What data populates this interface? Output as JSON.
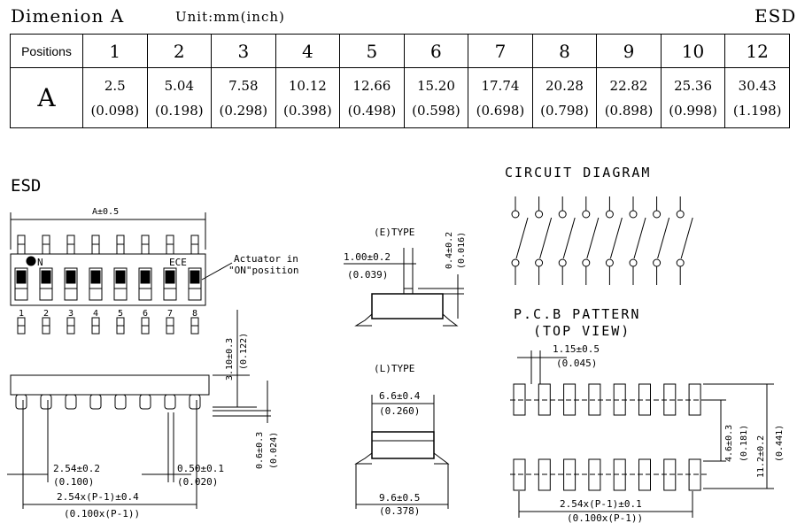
{
  "header": {
    "title": "Dimenion A",
    "unit": "Unit:mm(inch)",
    "brand": "ESD"
  },
  "table": {
    "row_label": "Positions",
    "dim_label": "A",
    "columns": [
      {
        "pos": "1",
        "mm": "2.5",
        "inch": "(0.098)"
      },
      {
        "pos": "2",
        "mm": "5.04",
        "inch": "(0.198)"
      },
      {
        "pos": "3",
        "mm": "7.58",
        "inch": "(0.298)"
      },
      {
        "pos": "4",
        "mm": "10.12",
        "inch": "(0.398)"
      },
      {
        "pos": "5",
        "mm": "12.66",
        "inch": "(0.498)"
      },
      {
        "pos": "6",
        "mm": "15.20",
        "inch": "(0.598)"
      },
      {
        "pos": "7",
        "mm": "17.74",
        "inch": "(0.698)"
      },
      {
        "pos": "8",
        "mm": "20.28",
        "inch": "(0.798)"
      },
      {
        "pos": "9",
        "mm": "22.82",
        "inch": "(0.898)"
      },
      {
        "pos": "10",
        "mm": "25.36",
        "inch": "(0.998)"
      },
      {
        "pos": "12",
        "mm": "30.43",
        "inch": "(1.198)"
      }
    ]
  },
  "drawing": {
    "esd_label": "ESD",
    "top_view": {
      "width_dim": "A±0.5",
      "on_label": "N",
      "ece_label": "ECE",
      "actuator_note": [
        "Actuator in",
        "\"ON\"position"
      ],
      "pin_numbers": [
        "1",
        "2",
        "3",
        "4",
        "5",
        "6",
        "7",
        "8"
      ]
    },
    "side_view": {
      "height_dim": "3.10±0.3",
      "height_in": "(0.122)",
      "lead_dim": "0.6±0.3",
      "lead_in": "(0.024)",
      "pitch_dim": "2.54±0.2",
      "pitch_in": "(0.100)",
      "pin_w_dim": "0.50±0.1",
      "pin_w_in": "(0.020)",
      "span_dim": "2.54x(P-1)±0.4",
      "span_in": "(0.100x(P-1))"
    },
    "e_type": {
      "title": "(E)TYPE",
      "w_dim": "1.00±0.2",
      "w_in": "(0.039)",
      "h_dim": "0.4±0.2",
      "h_in": "(0.016)"
    },
    "l_type": {
      "title": "(L)TYPE",
      "top_dim": "6.6±0.4",
      "top_in": "(0.260)",
      "bottom_dim": "9.6±0.5",
      "bottom_in": "(0.378)"
    },
    "circuit": {
      "title": "CIRCUIT DIAGRAM",
      "switch_count": 8
    },
    "pcb": {
      "title": "P.C.B PATTERN",
      "subtitle": "(TOP VIEW)",
      "pad_w_dim": "1.15±0.5",
      "pad_w_in": "(0.045)",
      "inner_dim": "4.6±0.3",
      "inner_in": "(0.181)",
      "outer_dim": "11.2±0.2",
      "outer_in": "(0.441)",
      "span_dim": "2.54x(P-1)±0.1",
      "span_in": "(0.100x(P-1))",
      "pads_per_row": 8
    }
  }
}
